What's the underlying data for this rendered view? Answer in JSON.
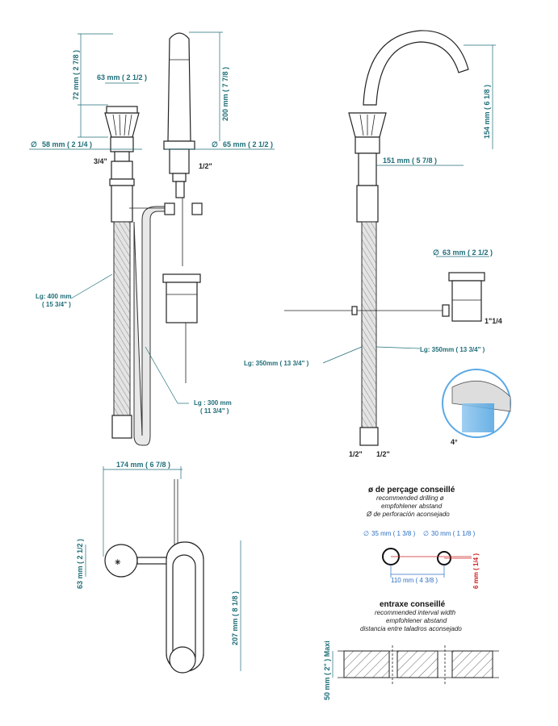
{
  "front_view": {
    "height_handle": "72 mm ( 2 7/8 )",
    "handle_width": "63 mm ( 2 1/2 )",
    "spout_height": "200 mm ( 7 7/8 )",
    "base_left_dia": "58 mm ( 2 1/4 )",
    "base_right_dia": "65 mm ( 2 1/2 )",
    "diameter_symbol": "∅",
    "thread_left": "3/4\"",
    "thread_right": "1/2\"",
    "hose_long_1": "Lg: 400 mm",
    "hose_long_2": "( 15 3/4\" )",
    "hose_short_1": "Lg : 300 mm",
    "hose_short_2": "( 11 3/4\" )"
  },
  "side_view": {
    "spout_rise": "154 mm ( 6 1/8 )",
    "spout_reach": "151 mm ( 5 7/8 )",
    "drain_dia": "63 mm ( 2 1/2 )",
    "drain_thread": "1\"1/4",
    "hose_left": "Lg: 350mm  ( 13 3/4\" )",
    "hose_right": "Lg: 350mm  ( 13 3/4\" )",
    "thread_a": "1/2\"",
    "thread_b": "1/2\"",
    "angle": "4°"
  },
  "top_view": {
    "width": "174 mm ( 6 7/8 )",
    "depth": "207 mm ( 8 1/8 )",
    "handle_dia": "63 mm ( 2 1/2 )"
  },
  "drilling": {
    "title": "ø de perçage conseillé",
    "sub1": "recommended drilling ø",
    "sub2": "empfohlener abstand",
    "sub3": "Ø de perforación aconsejado",
    "hole1": "35 mm ( 1 3/8 )",
    "hole2": "30 mm ( 1 1/8 )",
    "spacing": "110 mm ( 4 3/8 )",
    "offset": "6 mm ( 1/4 )"
  },
  "interval": {
    "title": "entraxe conseillé",
    "sub1": "recommended interval width",
    "sub2": "empfohlener abstand",
    "sub3": "distancia entre taladros aconsejado",
    "thickness": "50 mm ( 2\" ) Maxi"
  }
}
